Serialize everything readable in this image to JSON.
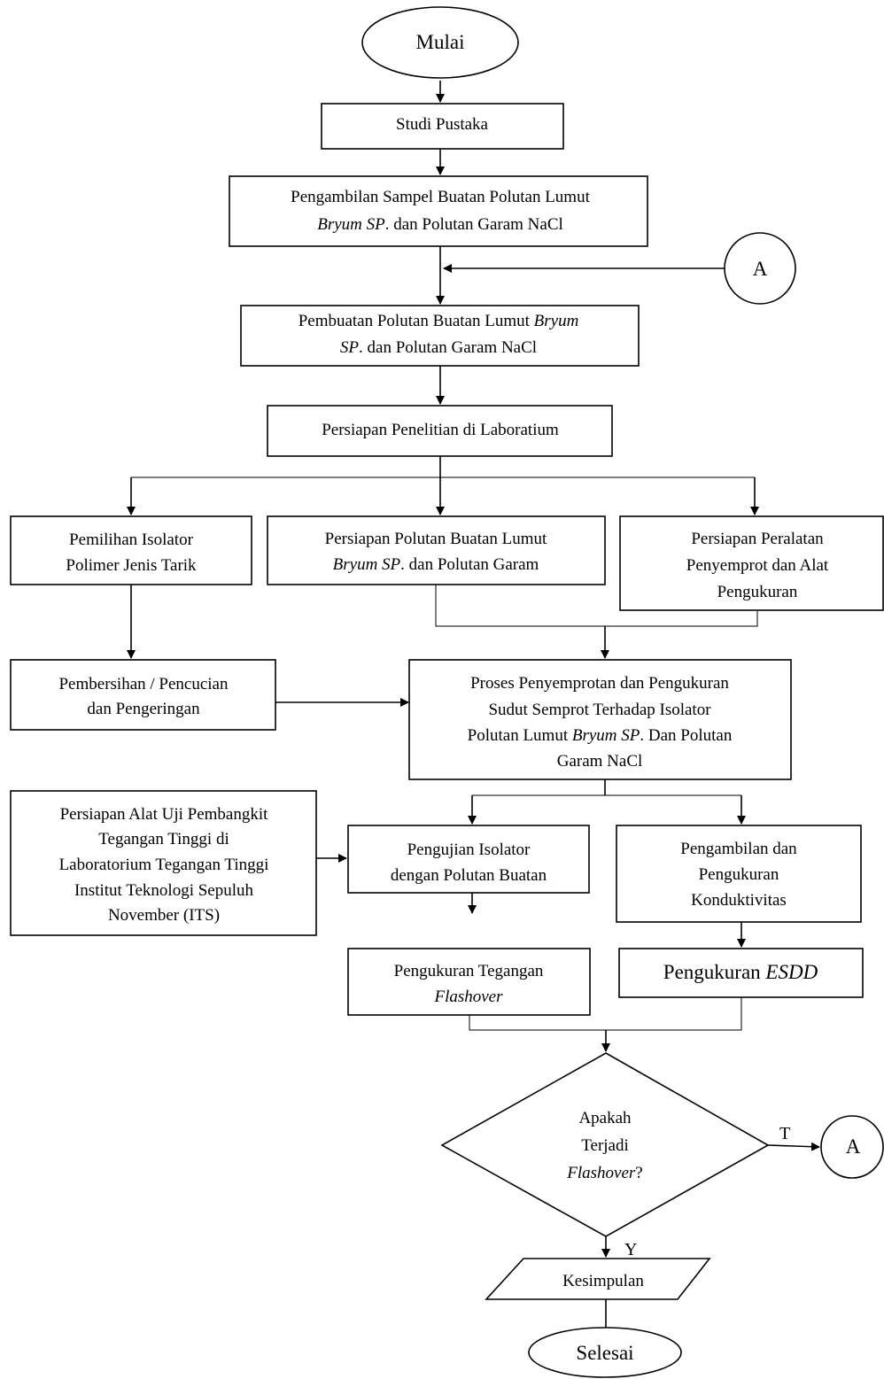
{
  "flowchart": {
    "start": "Mulai",
    "studi": "Studi Pustaka",
    "pengambilan_1a": "Pengambilan Sampel Buatan Polutan Lumut",
    "pengambilan_2a": "Bryum SP",
    "pengambilan_2b": ". dan Polutan Garam NaCl",
    "connector_a": "A",
    "pembuatan_1a": "Pembuatan Polutan Buatan Lumut ",
    "pembuatan_1b": "Bryum",
    "pembuatan_2a": "SP",
    "pembuatan_2b": ". dan Polutan Garam NaCl",
    "persiapan_lab": "Persiapan Penelitian di Laboratium",
    "pemilihan_1": "Pemilihan Isolator",
    "pemilihan_2": "Polimer Jenis Tarik",
    "persiapan_polutan_1": "Persiapan Polutan Buatan Lumut",
    "persiapan_polutan_2a": "Bryum SP",
    "persiapan_polutan_2b": ". dan Polutan Garam",
    "persiapan_alat_1": "Persiapan Peralatan",
    "persiapan_alat_2": "Penyemprot dan Alat",
    "persiapan_alat_3": "Pengukuran",
    "pembersihan_1": "Pembersihan / Pencucian",
    "pembersihan_2": "dan Pengeringan",
    "proses_1": "Proses Penyemprotan dan Pengukuran",
    "proses_2": "Sudut Semprot Terhadap Isolator",
    "proses_3a": "Polutan Lumut ",
    "proses_3b": "Bryum SP",
    "proses_3c": ". Dan Polutan",
    "proses_4": "Garam NaCl",
    "uji_1": "Persiapan Alat Uji Pembangkit",
    "uji_2": "Tegangan Tinggi di",
    "uji_3": "Laboratorium Tegangan Tinggi",
    "uji_4": "Institut Teknologi Sepuluh",
    "uji_5": "November (ITS)",
    "pengujian_1": "Pengujian Isolator",
    "pengujian_2": "dengan Polutan Buatan",
    "konduktivitas_1": "Pengambilan dan",
    "konduktivitas_2": "Pengukuran",
    "konduktivitas_3": "Konduktivitas",
    "flashover_1": "Pengukuran Tegangan",
    "flashover_2": "Flashover",
    "esdd_a": "Pengukuran ",
    "esdd_b": "ESDD",
    "decision_1": "Apakah",
    "decision_2": "Terjadi",
    "decision_3a": "Flashover",
    "decision_3b": "?",
    "label_t": "T",
    "label_y": "Y",
    "kesimpulan": "Kesimpulan",
    "end": "Selesai"
  }
}
